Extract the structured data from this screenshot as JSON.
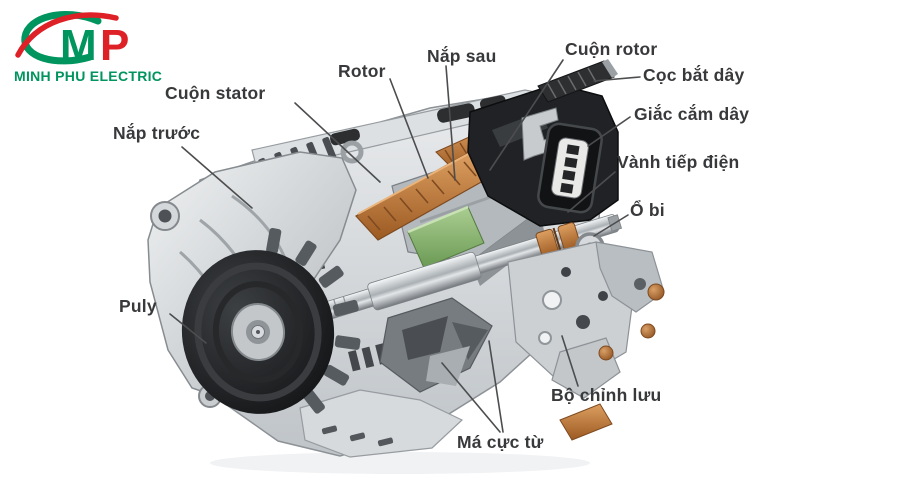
{
  "logo": {
    "monogram_m": "M",
    "monogram_p": "P",
    "company_name": "MINH PHU ELECTRIC",
    "green": "#00945e",
    "red": "#dd2127"
  },
  "diagram": {
    "labels": [
      {
        "id": "nap-truoc",
        "text": "Nắp trước"
      },
      {
        "id": "cuon-stator",
        "text": "Cuộn stator"
      },
      {
        "id": "rotor",
        "text": "Rotor"
      },
      {
        "id": "nap-sau",
        "text": "Nắp sau"
      },
      {
        "id": "cuon-rotor",
        "text": "Cuộn rotor"
      },
      {
        "id": "coc-bat-day",
        "text": "Cọc bắt dây"
      },
      {
        "id": "giac-cam-day",
        "text": "Giắc cắm dây"
      },
      {
        "id": "vanh-tiep-dien",
        "text": "Vành tiếp điện"
      },
      {
        "id": "o-bi",
        "text": "Ổ bi"
      },
      {
        "id": "puly",
        "text": "Puly"
      },
      {
        "id": "bo-chinh-luu",
        "text": "Bộ chỉnh lưu"
      },
      {
        "id": "ma-cuc-tu",
        "text": "Má cực từ"
      }
    ],
    "colors": {
      "label_text": "#38393b",
      "leader_line": "#4c4d4f",
      "copper": "#b5713a",
      "regulator_green": "#7fae67",
      "body_gray": "#d4d8db",
      "pulley_dark": "#1b1c1e"
    }
  }
}
